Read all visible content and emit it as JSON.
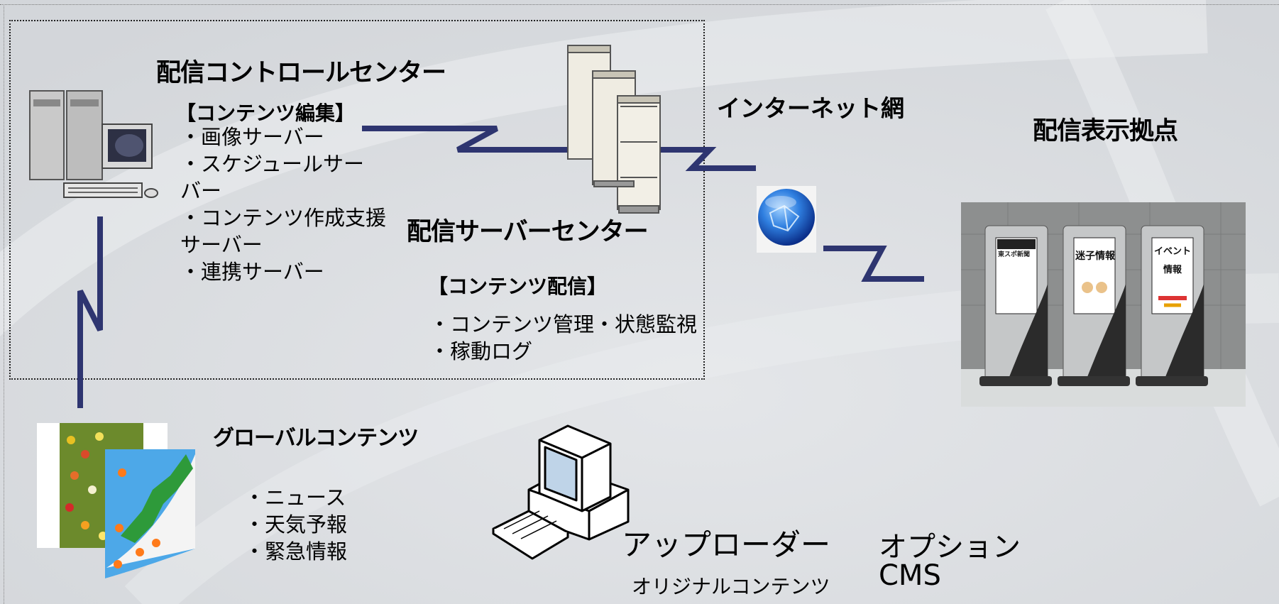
{
  "control_center": {
    "title": "配信コントロールセンター",
    "section": "【コンテンツ編集】",
    "items": [
      "・画像サーバー",
      "・スケジュールサー",
      "バー",
      "・コンテンツ作成支援",
      "サーバー",
      "・連携サーバー"
    ]
  },
  "server_center": {
    "title": "配信サーバーセンター",
    "section": "【コンテンツ配信】",
    "items": [
      "・コンテンツ管理・状態監視",
      "・稼動ログ"
    ]
  },
  "internet": {
    "label": "インターネット網"
  },
  "display_site": {
    "title": "配信表示拠点"
  },
  "global_contents": {
    "title": "グローバルコンテンツ",
    "items": [
      "・ニュース",
      "・天気予報",
      "・緊急情報"
    ]
  },
  "uploader": {
    "title": "アップローダー",
    "subtitle": "オリジナルコンテンツ"
  },
  "option": {
    "line1": "オプション",
    "line2": "CMS"
  },
  "kiosks": [
    {
      "screen_text": "東スポ新聞"
    },
    {
      "screen_text": "迷子情報"
    },
    {
      "screen_text": "イベント情報"
    }
  ],
  "colors": {
    "link_line": "#2e3570",
    "background": "#dcdfe2"
  }
}
